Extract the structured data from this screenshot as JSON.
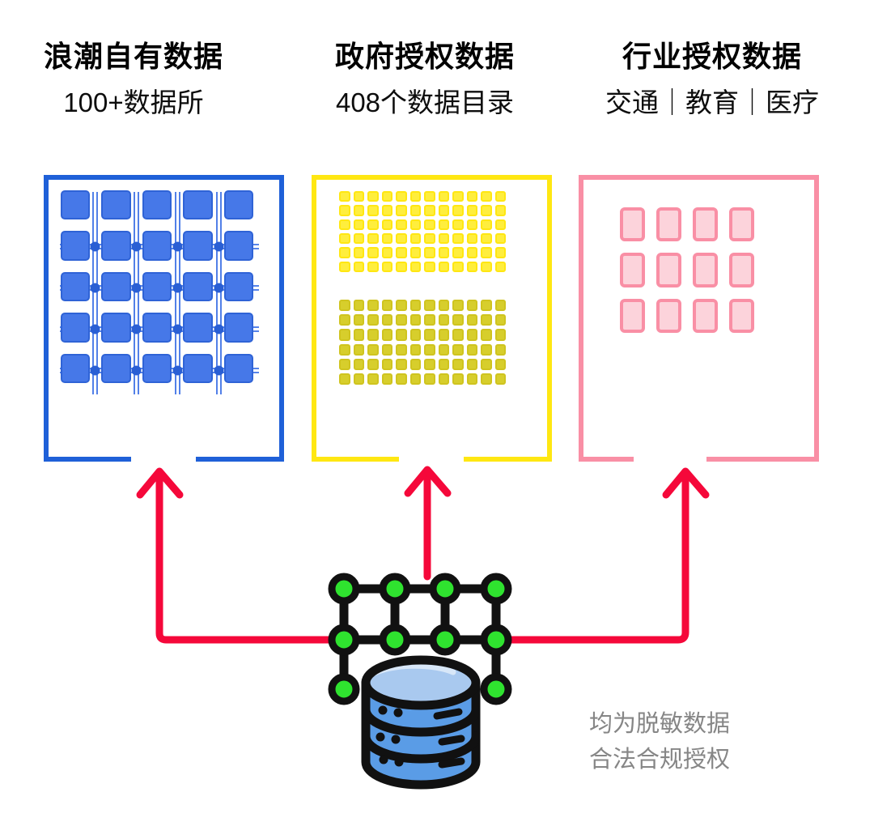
{
  "diagram": {
    "title_row": [
      {
        "key": "own",
        "title": "浪潮自有数据",
        "subtitle": "100+数据所",
        "accent": "#1f60d8",
        "pattern": "connected-grid-5x5"
      },
      {
        "key": "government",
        "title": "政府授权数据",
        "subtitle": "408个数据目录",
        "accent": "#ffe712",
        "pattern": "two-dot-blocks-12x6"
      },
      {
        "key": "industry",
        "title": "行业授权数据",
        "subtitle": "交通｜教育｜医疗",
        "accent": "#f98fa5",
        "pattern": "block-grid-4x3"
      }
    ],
    "hub": {
      "network_icon": "network-nodes-icon",
      "database_icon": "database-cylinder-icon",
      "node_color": "#2fe32f",
      "stroke_color": "#000000",
      "database_color": "#4f90e0"
    },
    "arrows": {
      "color": "#f5083a",
      "count": 3,
      "direction": "up",
      "labels": [
        "arrow-to-own-data",
        "arrow-to-government-data",
        "arrow-to-industry-data"
      ]
    },
    "note": {
      "line1": "均为脱敏数据",
      "line2": "合法合规授权",
      "color": "#868686"
    }
  }
}
